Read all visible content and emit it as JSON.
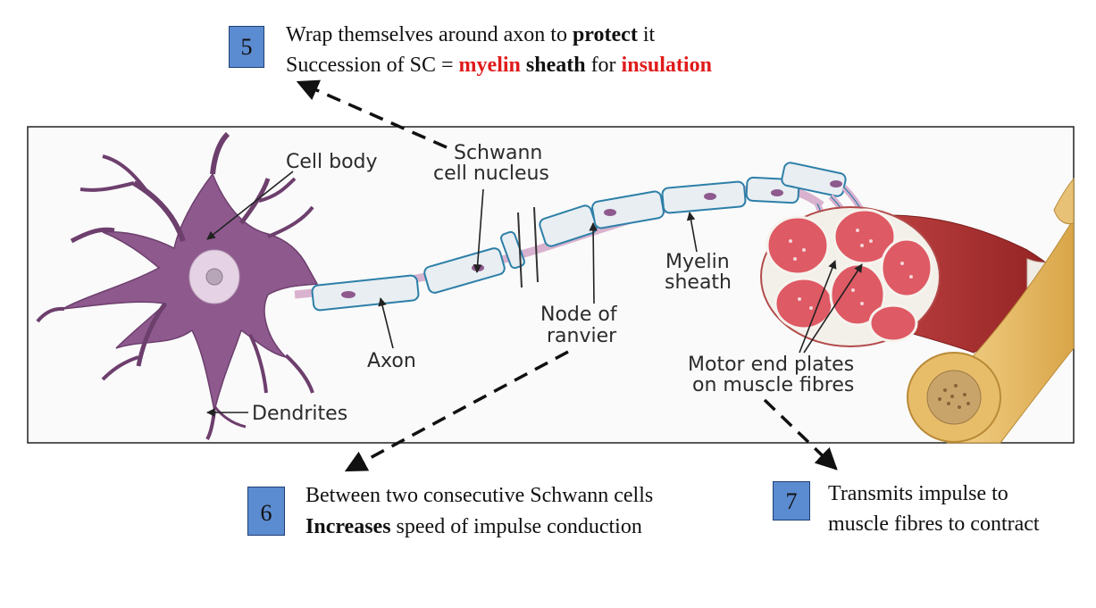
{
  "callouts": {
    "c5": {
      "number": "5",
      "line1_a": "Wrap themselves around axon to ",
      "line1_b": "protect",
      "line1_c": " it",
      "line2_a": "Succession of SC = ",
      "line2_b": "myelin",
      "line2_c": " sheath",
      "line2_d": " for ",
      "line2_e": "insulation"
    },
    "c6": {
      "number": "6",
      "line1": "Between two consecutive Schwann cells",
      "line2_a": "Increases",
      "line2_b": " speed of impulse conduction"
    },
    "c7": {
      "number": "7",
      "line1": "Transmits impulse to",
      "line2": "muscle fibres to contract"
    }
  },
  "labels": {
    "cell_body": "Cell body",
    "schwann_1": "Schwann",
    "schwann_2": "cell nucleus",
    "myelin_1": "Myelin",
    "myelin_2": "sheath",
    "node_1": "Node of",
    "node_2": "ranvier",
    "axon": "Axon",
    "motor_1": "Motor end plates",
    "motor_2": "on muscle fibres",
    "dendrites": "Dendrites"
  },
  "colors": {
    "box_fill": "#5b8bd0",
    "highlight": "#e01b1b",
    "neuron": "#8e5a8e",
    "myelin": "#2d7fa8"
  }
}
